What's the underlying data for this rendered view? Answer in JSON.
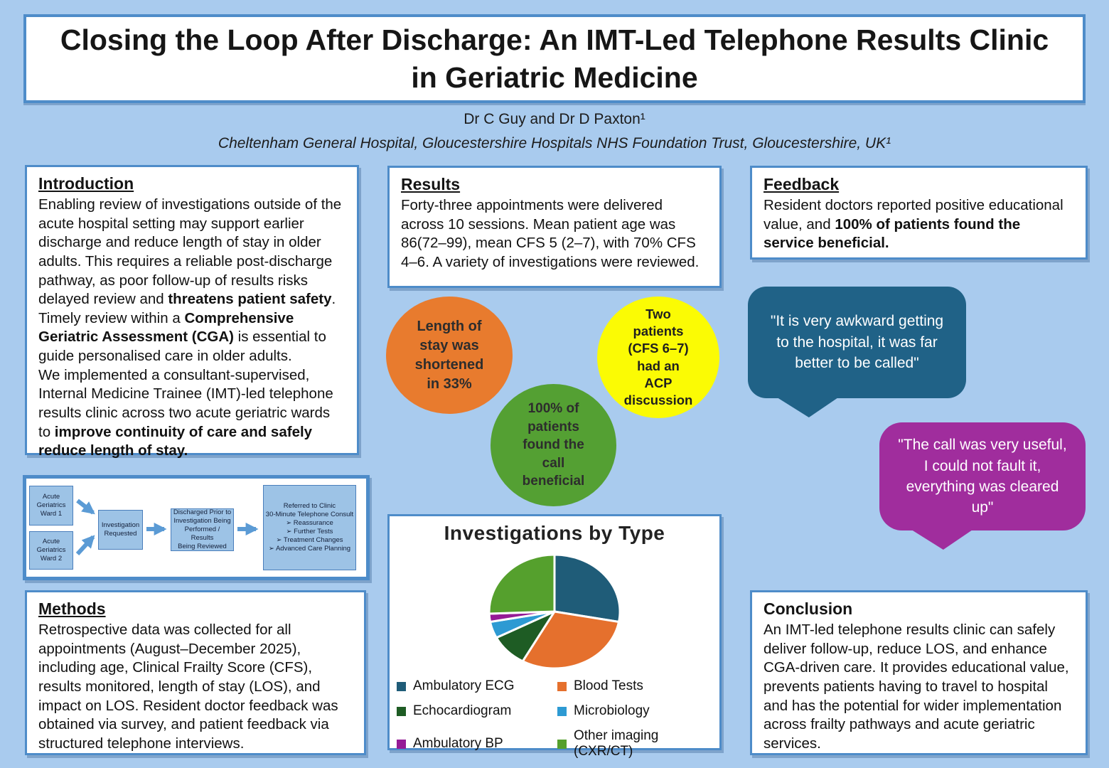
{
  "header": {
    "title": "Closing the Loop After Discharge: An IMT-Led Telephone Results Clinic in Geriatric Medicine",
    "authors": "Dr C Guy and Dr D Paxton¹",
    "affiliation": "Cheltenham General Hospital, Gloucestershire Hospitals NHS Foundation Trust, Gloucestershire, UK¹"
  },
  "introduction": {
    "heading": "Introduction",
    "para1": [
      {
        "t": "Enabling review of investigations outside of the acute hospital setting may support earlier discharge and reduce length of stay in older adults. This requires a reliable post-discharge pathway, as poor follow-up of results risks delayed review and ",
        "b": false
      },
      {
        "t": "threatens patient safety",
        "b": true
      },
      {
        "t": ". Timely review within a ",
        "b": false
      },
      {
        "t": "Comprehensive Geriatric Assessment (CGA)",
        "b": true
      },
      {
        "t": " is essential to guide personalised care in older adults.",
        "b": false
      }
    ],
    "para2": [
      {
        "t": "We implemented a consultant-supervised, Internal Medicine Trainee (IMT)-led telephone results clinic across two acute geriatric wards to ",
        "b": false
      },
      {
        "t": "improve continuity of care and safely reduce length of stay.",
        "b": true
      }
    ]
  },
  "flowchart": {
    "ward1": "Acute\nGeriatrics\nWard 1",
    "ward2": "Acute\nGeriatrics\nWard 2",
    "investigation": "Investigation\nRequested",
    "discharged": "Discharged Prior to\nInvestigation Being\nPerformed / Results\nBeing Reviewed",
    "referred": "Referred to Clinic\n30-Minute Telephone Consult\n➢ Reassurance\n➢ Further Tests\n➢ Treatment Changes\n➢ Advanced Care Planning"
  },
  "methods": {
    "heading": "Methods",
    "body": "Retrospective data was collected for all appointments (August–December 2025), including age, Clinical Frailty Score (CFS), results monitored, length of stay (LOS), and impact on LOS. Resident doctor feedback was obtained via survey, and patient feedback via structured telephone interviews."
  },
  "results": {
    "heading": "Results",
    "body": "Forty-three appointments were delivered across 10 sessions. Mean patient age was 86(72–99), mean CFS 5 (2–7), with 70% CFS 4–6. A variety of investigations were reviewed."
  },
  "highlights": {
    "orange": {
      "text": "Length of\nstay was\nshortened\nin 33%",
      "color": "#e87b2e"
    },
    "yellow": {
      "text": "Two\npatients\n(CFS 6–7)\nhad an\nACP\ndiscussion",
      "color": "#fbfb04"
    },
    "green": {
      "text": "100% of\npatients\nfound the\ncall\nbeneficial",
      "color": "#54a033"
    }
  },
  "feedback": {
    "heading": "Feedback",
    "body": [
      {
        "t": "Resident doctors reported positive educational value, and ",
        "b": false
      },
      {
        "t": "100% of patients found the service beneficial.",
        "b": true
      }
    ]
  },
  "quotes": {
    "quote1": {
      "text": "\"It is very awkward getting to the hospital, it was far better to be called\"",
      "color": "#206287"
    },
    "quote2": {
      "text": "\"The call was very useful, I could not fault it, everything was cleared up\"",
      "color": "#a02d9d"
    }
  },
  "chart_data": {
    "type": "pie",
    "title": "Investigations by Type",
    "labels": [
      "Ambulatory ECG",
      "Blood Tests",
      "Echocardiogram",
      "Microbiology",
      "Ambulatory BP",
      "Other imaging (CXR/CT)"
    ],
    "values": [
      27.9,
      30.2,
      9.3,
      4.7,
      2.3,
      25.6
    ],
    "colors": [
      "#1f5c78",
      "#e5702d",
      "#1e5c24",
      "#2d9ad3",
      "#951b96",
      "#55a02d"
    ],
    "start_angle_deg": 0,
    "direction": "clockwise",
    "legend_position": "bottom",
    "slice_separator": "white"
  },
  "conclusion": {
    "heading": "Conclusion",
    "body": "An IMT-led telephone results clinic can safely deliver follow-up, reduce LOS, and enhance CGA-driven care. It provides educational value, prevents patients having to travel to hospital and has the potential for wider implementation across frailty pathways and acute geriatric services."
  }
}
